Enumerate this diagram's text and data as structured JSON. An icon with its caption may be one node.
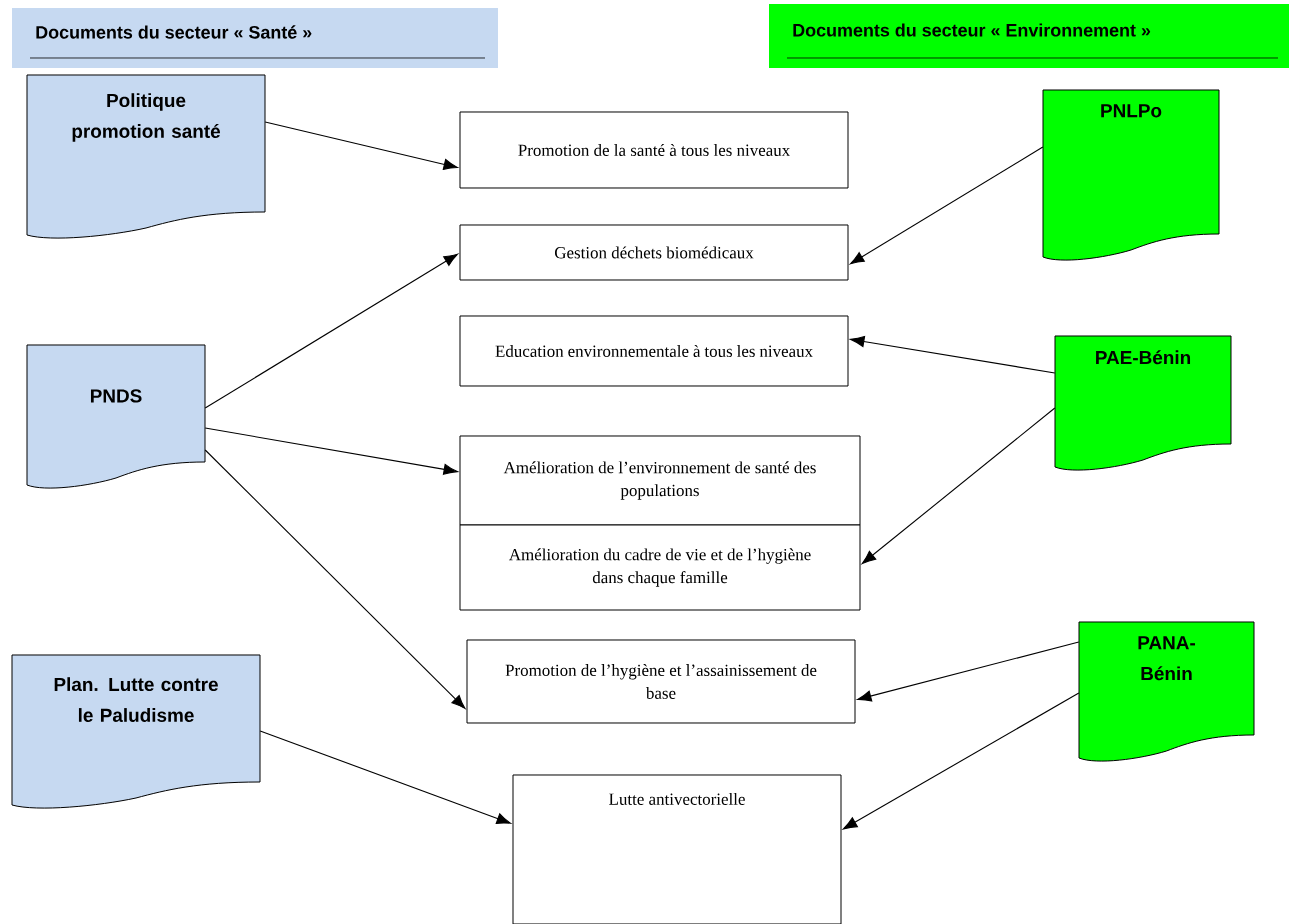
{
  "diagram": {
    "nodes": [
      {
        "text": [
          "Documents du secteur « Santé »"
        ]
      },
      {
        "text": [
          "Documents du secteur « Environnement »"
        ]
      },
      {
        "text": [
          "Politique promotion santé"
        ]
      },
      {
        "text": [
          "Promotion de la santé à tous les niveaux"
        ]
      },
      {
        "text": [
          "PNLPo"
        ]
      },
      {
        "text": [
          "Gestion déchets biomédicaux"
        ]
      },
      {
        "text": [
          "Education environnementale à tous les niveaux"
        ]
      },
      {
        "text": [
          "PAE-Bénin"
        ]
      },
      {
        "text": [
          "PNDS"
        ]
      },
      {
        "text": [
          "Amélioration de l’environnement de  santé  des populations"
        ]
      },
      {
        "text": [
          "Amélioration du cadre de vie et de l’hygiène dans chaque famille"
        ]
      },
      {
        "text": [
          "Plan. Lutte contre le Paludisme"
        ]
      },
      {
        "text": [
          "Promotion de l’hygiène et l’assainissement de base"
        ]
      },
      {
        "text": [
          "PANA-Bénin"
        ]
      },
      {
        "text": [
          "Lutte antivectorielle"
        ]
      }
    ],
    "edges": [
      {
        "from": 2,
        "to": 3,
        "arrow": "to"
      },
      {
        "from": 4,
        "to": 5,
        "arrow": "to"
      },
      {
        "from": 8,
        "to": 5,
        "arrow": "to"
      },
      {
        "from": 7,
        "to": 6,
        "arrow": "to"
      },
      {
        "from": 8,
        "to": 9,
        "arrow": "to"
      },
      {
        "from": 7,
        "to": 10,
        "arrow": "to"
      },
      {
        "from": 8,
        "to": 12,
        "arrow": "to"
      },
      {
        "from": 13,
        "to": 12,
        "arrow": "to"
      },
      {
        "from": 11,
        "to": 14,
        "arrow": "to"
      },
      {
        "from": 13,
        "to": 14,
        "arrow": "to"
      }
    ]
  }
}
